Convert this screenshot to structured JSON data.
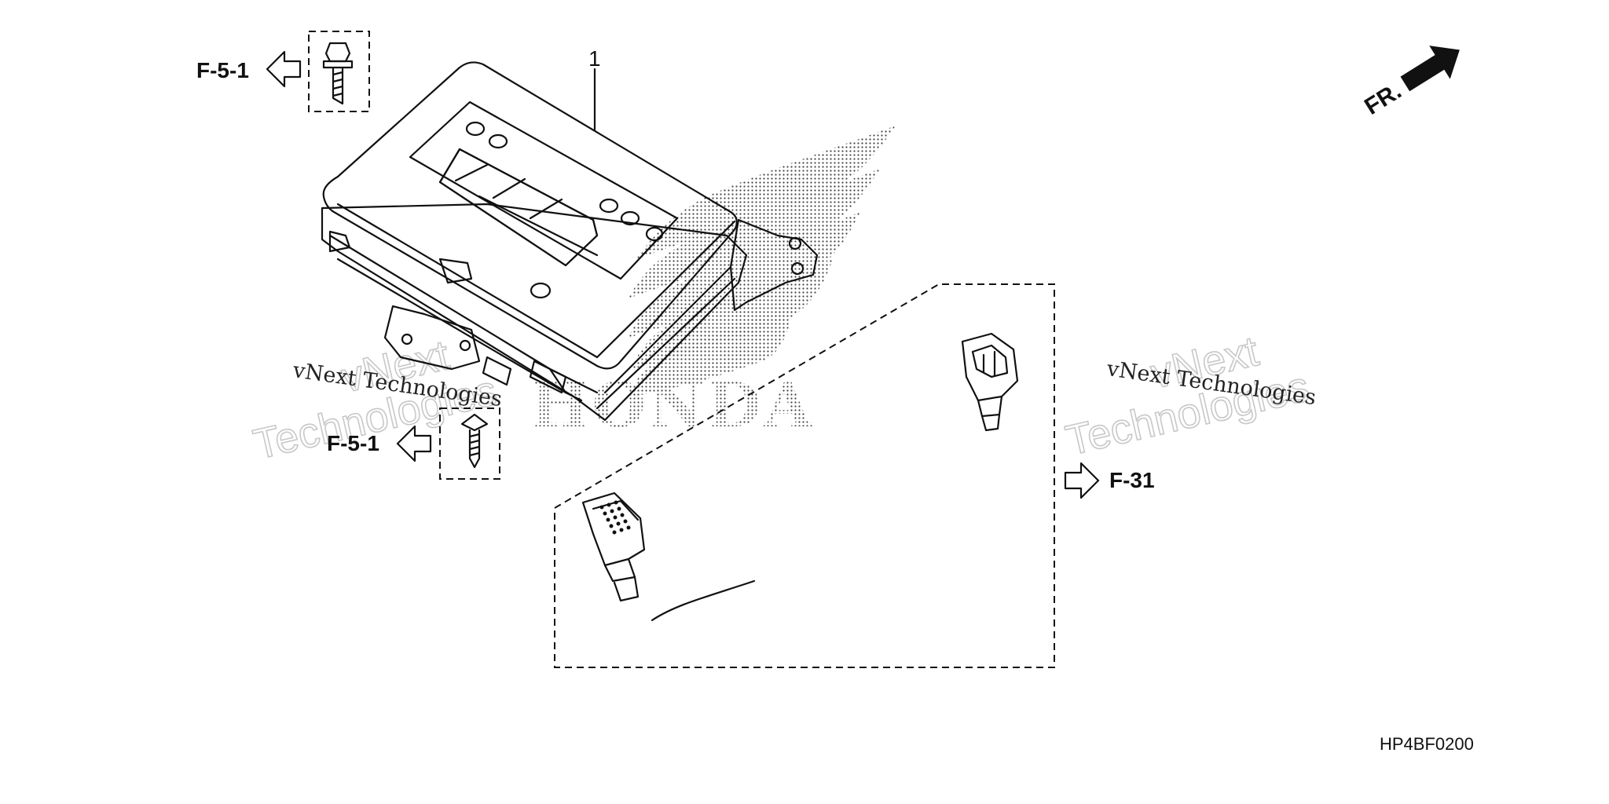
{
  "references": {
    "top_left": "F-5-1",
    "middle_left": "F-5-1",
    "right": "F-31"
  },
  "part_number_callout": "1",
  "front_indicator": "FR.",
  "diagram_code": "HP4BF0200",
  "watermarks": {
    "left_small": "vNext Technologies",
    "left_big_line1": "vNext",
    "left_big_line2": "Technologies",
    "right_small": "vNext Technologies",
    "right_big_line1": "vNext",
    "right_big_line2": "Technologies"
  },
  "logo_text": "HONDA"
}
